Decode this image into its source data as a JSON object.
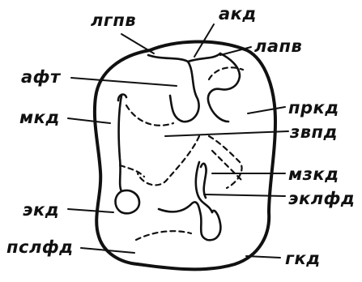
{
  "labels": {
    "lgpv": "лгпв",
    "akd": "акд",
    "lapv": "лапв",
    "aft": "афт",
    "prkd": "пркд",
    "mkd": "мкд",
    "zvpd": "звпд",
    "mzkd": "мзкд",
    "ekd": "экд",
    "eklfd": "эклфд",
    "pslfd": "пслфд",
    "gkd": "гкд"
  }
}
